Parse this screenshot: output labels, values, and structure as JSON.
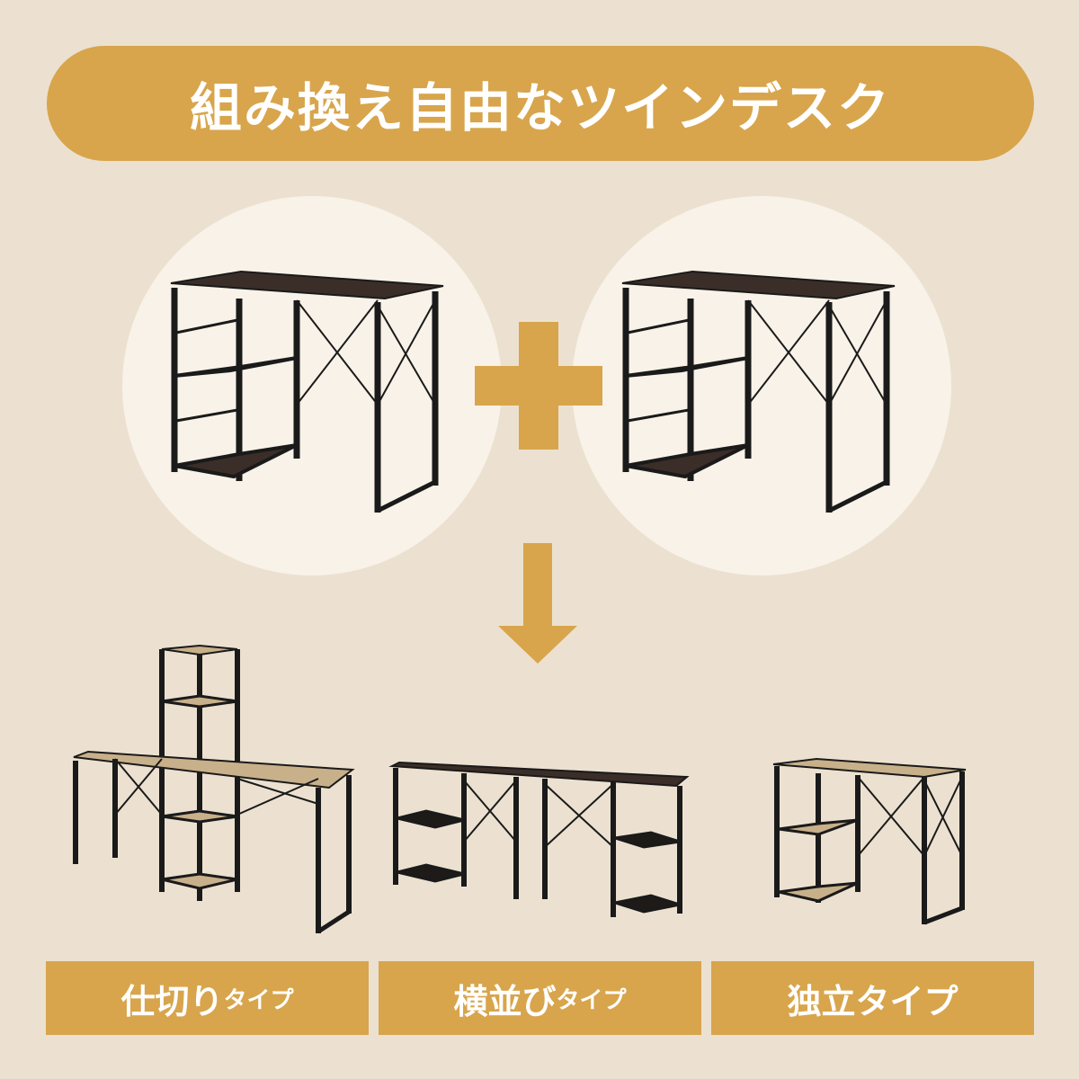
{
  "header": {
    "title": "組み換え自由なツインデスク"
  },
  "colors": {
    "accent": "#d8a54c",
    "background": "#ece1d0",
    "circle": "#f8f2e8",
    "frame": "#1a1a1a",
    "dark_wood": "#3b2e28",
    "light_wood": "#c8b08a"
  },
  "icons": [
    "plus-icon",
    "arrow-down-icon"
  ],
  "layouts": [
    {
      "main": "仕切り",
      "suffix": "タイプ"
    },
    {
      "main": "横並び",
      "suffix": "タイプ"
    },
    {
      "main": "独立タイプ",
      "suffix": ""
    }
  ]
}
